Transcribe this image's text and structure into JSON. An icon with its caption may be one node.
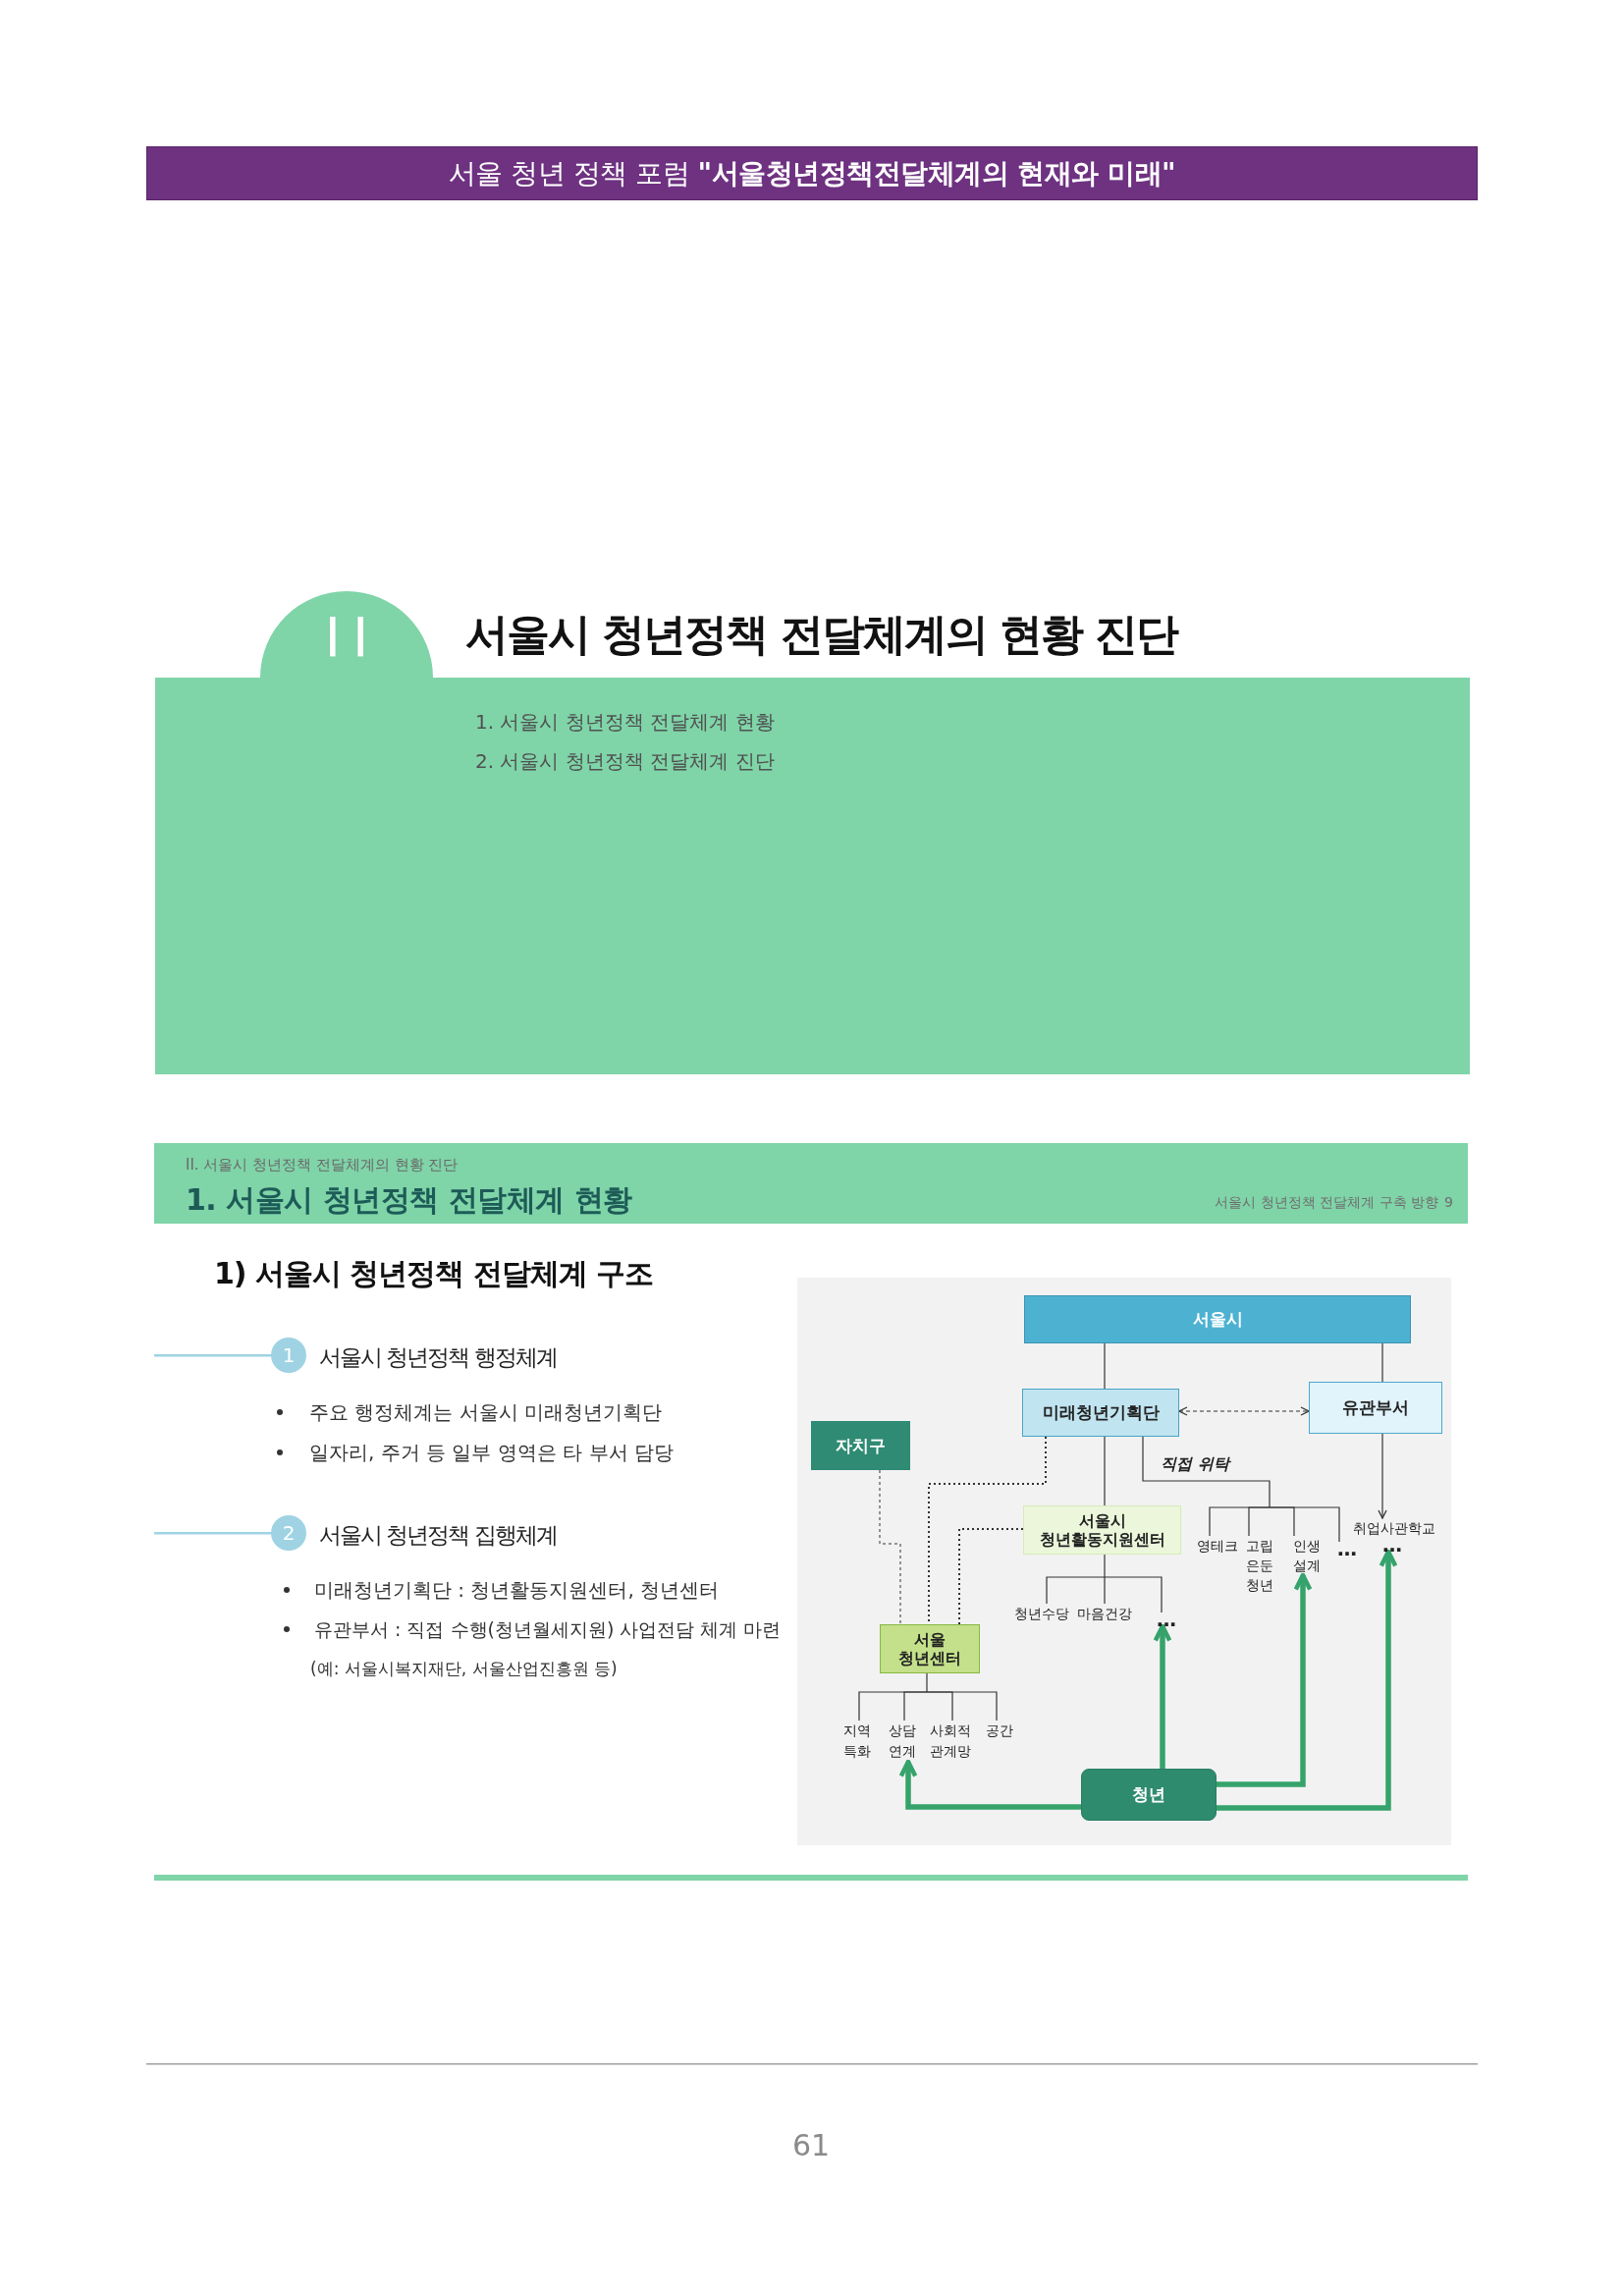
{
  "diagram": {
    "title": "서울시 청년정책 전달체계의 현황 진단",
    "nodes": [
      {
        "text": [
          "서울 청년 정책 포럼 **\"서울청년정책전달체계의 현재와 미래\"**"
        ]
      },
      {
        "text": [
          "II"
        ]
      },
      {
        "text": [
          "1. 서울시 청년정책 전달체계 현황",
          "2. 서울시 청년정책 전달체계 진단"
        ]
      },
      {
        "text": [
          "II. 서울시 청년정책 전달체계의 현황 진단",
          "1. 서울시 청년정책 전달체계 현황",
          "서울시 청년정책 전달체계 구축 방향",
          "9"
        ]
      },
      {
        "text": [
          "1"
        ]
      },
      {
        "text": [
          "2"
        ]
      },
      {
        "text": [
          "서울시"
        ]
      },
      {
        "text": [
          "미래청년기획단"
        ]
      },
      {
        "text": [
          "유관부서"
        ]
      },
      {
        "text": [
          "자치구"
        ]
      },
      {
        "text": [
          "서울시 청년활동지원센터"
        ]
      },
      {
        "text": [
          "영테크"
        ]
      },
      {
        "text": [
          "고립 은둔 청년"
        ]
      },
      {
        "text": [
          "인생 설계"
        ]
      },
      {
        "text": [
          "…"
        ]
      },
      {
        "text": [
          "취업사관학교"
        ]
      },
      {
        "text": [
          "…"
        ]
      },
      {
        "text": [
          "청년수당"
        ]
      },
      {
        "text": [
          "마음건강"
        ]
      },
      {
        "text": [
          "…"
        ]
      },
      {
        "text": [
          "서울 청년센터"
        ]
      },
      {
        "text": [
          "지역 특화"
        ]
      },
      {
        "text": [
          "상담 연계"
        ]
      },
      {
        "text": [
          "사회적 관계망"
        ]
      },
      {
        "text": [
          "공간"
        ]
      },
      {
        "text": [
          "청년"
        ]
      }
    ],
    "edges": [
      {
        "from": 6,
        "to": 7,
        "arrow": "none"
      },
      {
        "from": 6,
        "to": 8,
        "arrow": "none"
      },
      {
        "from": 7,
        "to": 8,
        "arrow": "both",
        "style": "dashed"
      },
      {
        "from": 7,
        "to": 10,
        "arrow": "none"
      },
      {
        "from": 7,
        "to": 11,
        "arrow": "none",
        "label": "직접 위탁"
      },
      {
        "from": 7,
        "to": 12,
        "arrow": "none"
      },
      {
        "from": 7,
        "to": 13,
        "arrow": "none"
      },
      {
        "from": 7,
        "to": 14,
        "arrow": "none"
      },
      {
        "from": 8,
        "to": 15,
        "arrow": "to"
      },
      {
        "from": 9,
        "to": 20,
        "arrow": "none",
        "style": "dashed"
      },
      {
        "from": 7,
        "to": 20,
        "arrow": "none",
        "style": "dashed"
      },
      {
        "from": 10,
        "to": 20,
        "arrow": "none",
        "style": "dashed"
      },
      {
        "from": 10,
        "to": 17,
        "arrow": "none"
      },
      {
        "from": 10,
        "to": 18,
        "arrow": "none"
      },
      {
        "from": 10,
        "to": 19,
        "arrow": "none"
      },
      {
        "from": 20,
        "to": 21,
        "arrow": "none"
      },
      {
        "from": 20,
        "to": 22,
        "arrow": "none"
      },
      {
        "from": 20,
        "to": 23,
        "arrow": "none"
      },
      {
        "from": 20,
        "to": 24,
        "arrow": "none"
      },
      {
        "from": 25,
        "to": 22,
        "arrow": "to",
        "style": "thick",
        "color": "#35a36b"
      },
      {
        "from": 25,
        "to": 19,
        "arrow": "to",
        "style": "thick",
        "color": "#35a36b"
      },
      {
        "from": 25,
        "to": 13,
        "arrow": "to",
        "style": "thick",
        "color": "#35a36b"
      },
      {
        "from": 25,
        "to": 16,
        "arrow": "to",
        "style": "thick",
        "color": "#35a36b"
      }
    ],
    "labels": [
      "1) 서울시 청년정책 전달체계 구조",
      "서울시 청년정책 행정체계",
      "주요 행정체계는 서울시 미래청년기획단",
      "일자리, 주거 등 일부 영역은 타 부서 담당",
      "서울시 청년정책 집행체계",
      "미래청년기획단 : 청년활동지원센터, 청년센터",
      "유관부서 : 직접 수행(청년월세지원) 사업전담 체계 마련",
      "(예: 서울시복지재단, 서울산업진흥원 등)",
      "61"
    ]
  }
}
